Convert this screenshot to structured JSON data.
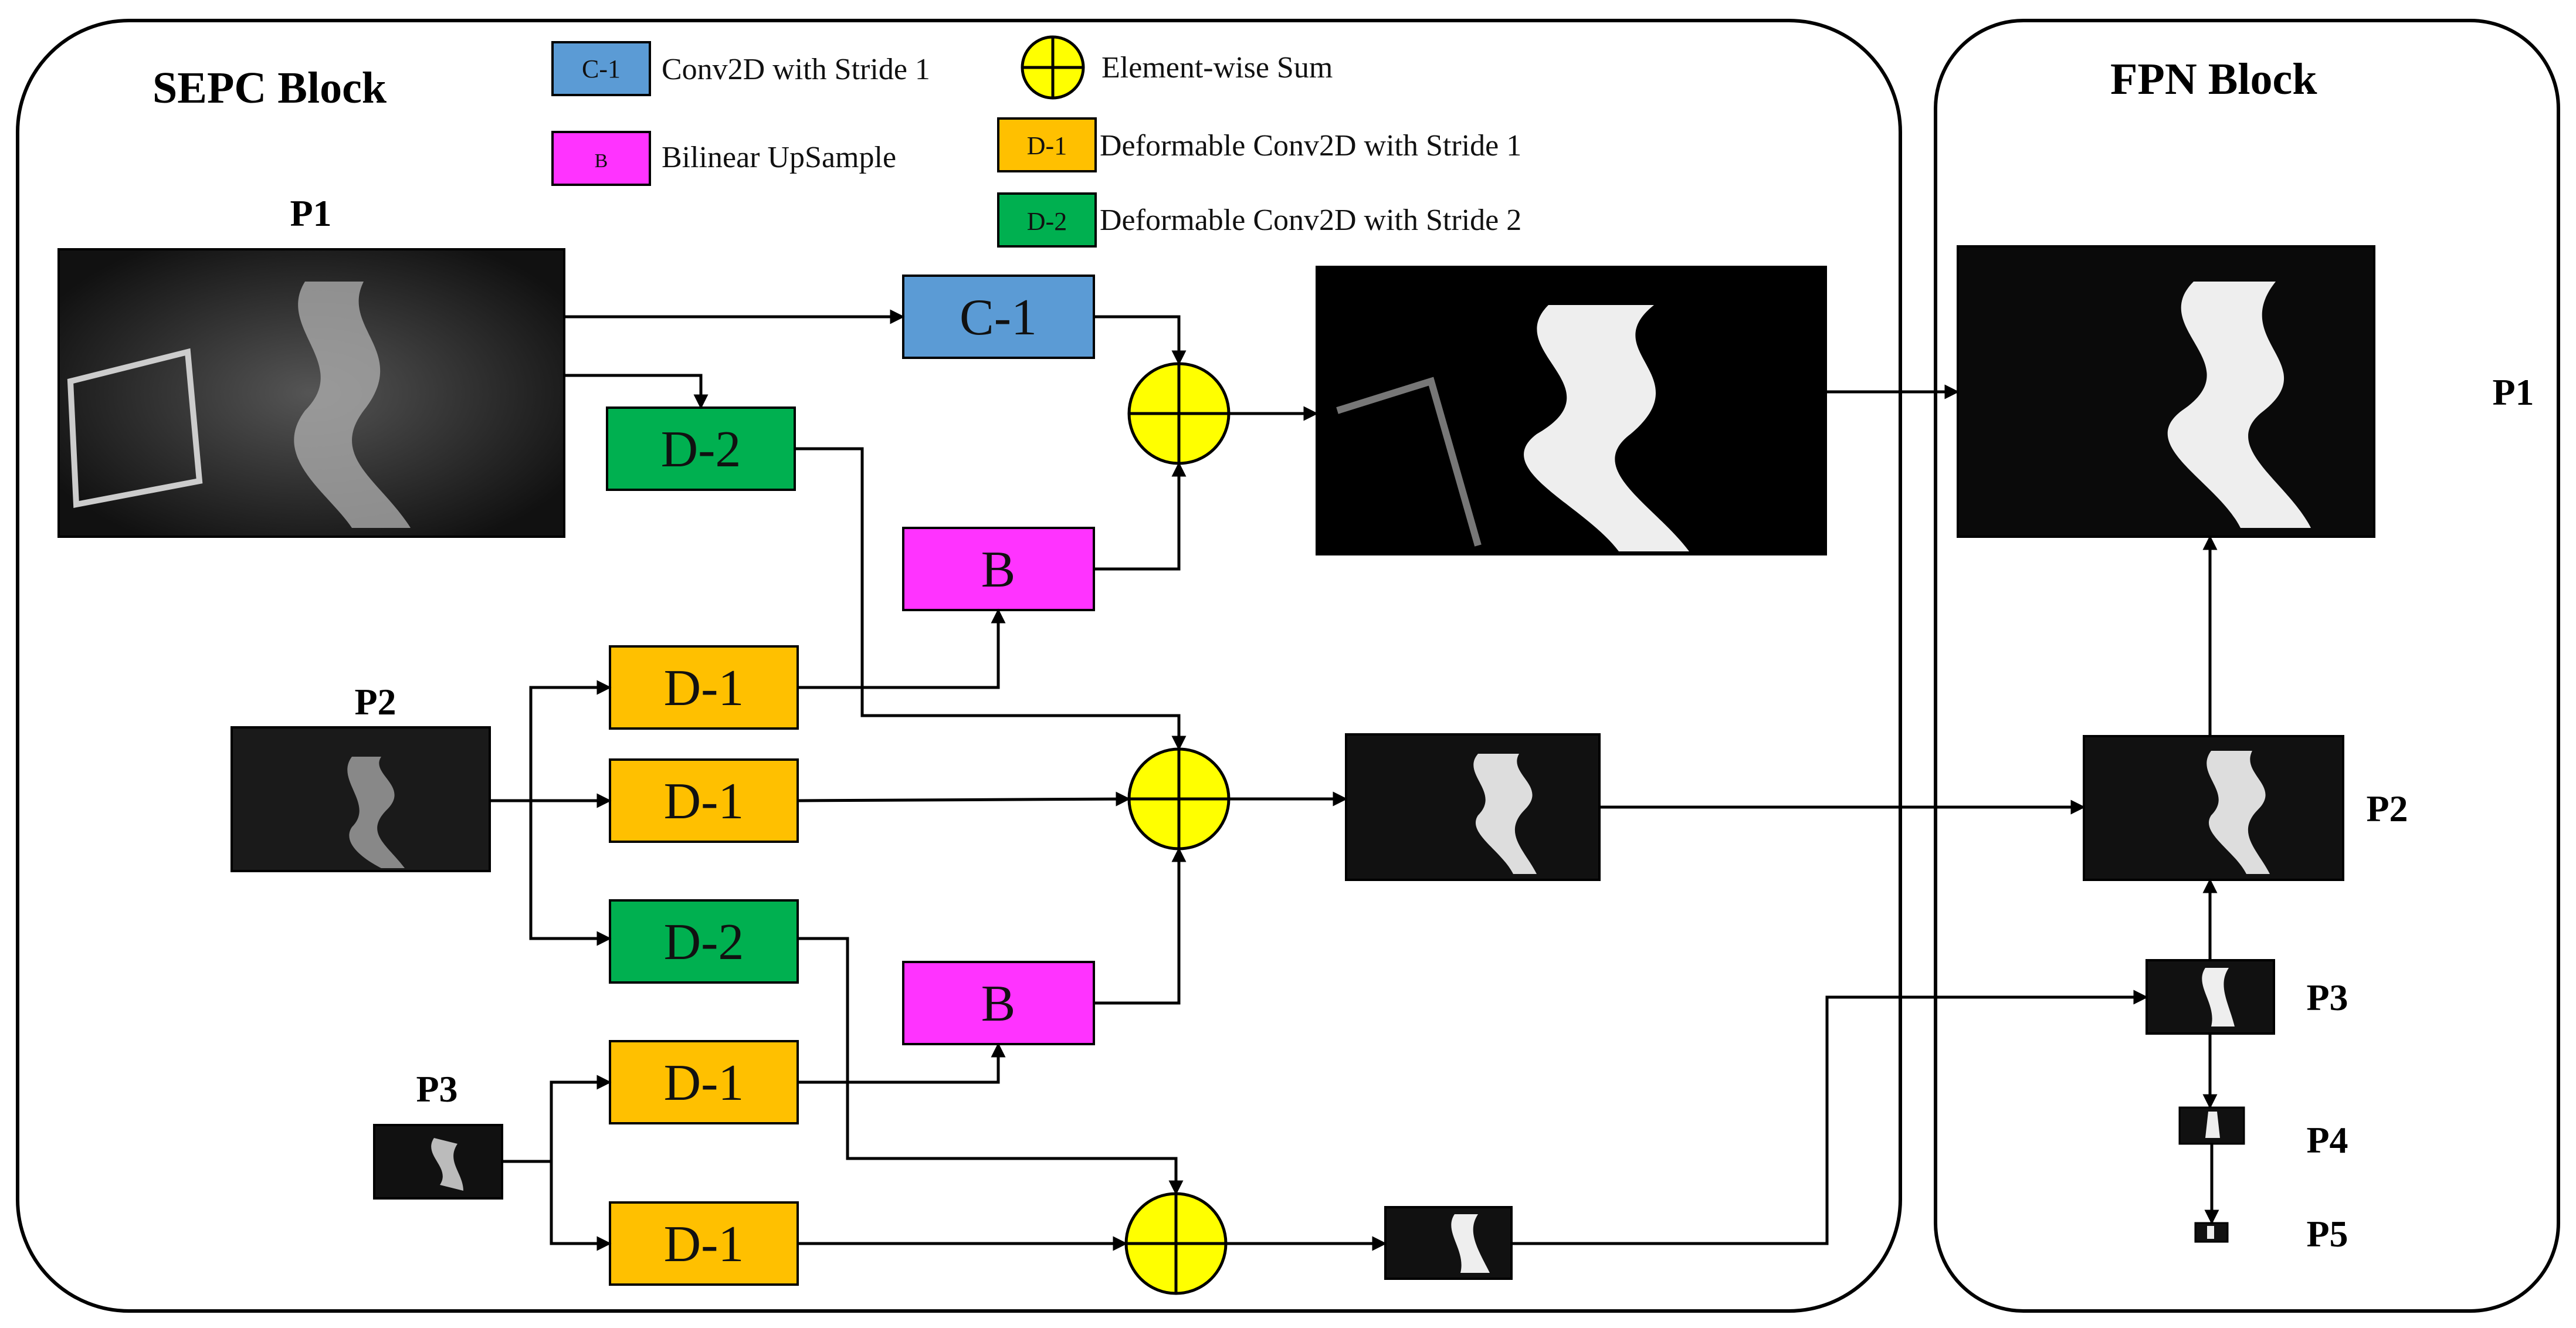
{
  "blocks": {
    "sepc_title": "SEPC Block",
    "fpn_title": "FPN Block"
  },
  "legend": [
    {
      "symbol": "C-1",
      "text": "Conv2D with Stride 1",
      "color": "#5b9bd5"
    },
    {
      "symbol": "B",
      "text": "Bilinear UpSample",
      "color": "#ff33ff"
    },
    {
      "symbol": "",
      "text": "Element-wise Sum",
      "color": "#ffff00"
    },
    {
      "symbol": "D-1",
      "text": "Deformable Conv2D with Stride 1",
      "color": "#ffc000"
    },
    {
      "symbol": "D-2",
      "text": "Deformable Conv2D with Stride 2",
      "color": "#00b050"
    }
  ],
  "sepc_inputs": [
    "P1",
    "P2",
    "P3"
  ],
  "fpn_levels": [
    "P1",
    "P2",
    "P3",
    "P4",
    "P5"
  ],
  "ops": {
    "c1": "C-1",
    "d1": "D-1",
    "d2": "D-2",
    "b": "B"
  },
  "colors": {
    "c1": "#5b9bd5",
    "d1": "#ffc000",
    "d2": "#00b050",
    "b": "#ff33ff",
    "sum": "#ffff00",
    "border": "#000000"
  }
}
